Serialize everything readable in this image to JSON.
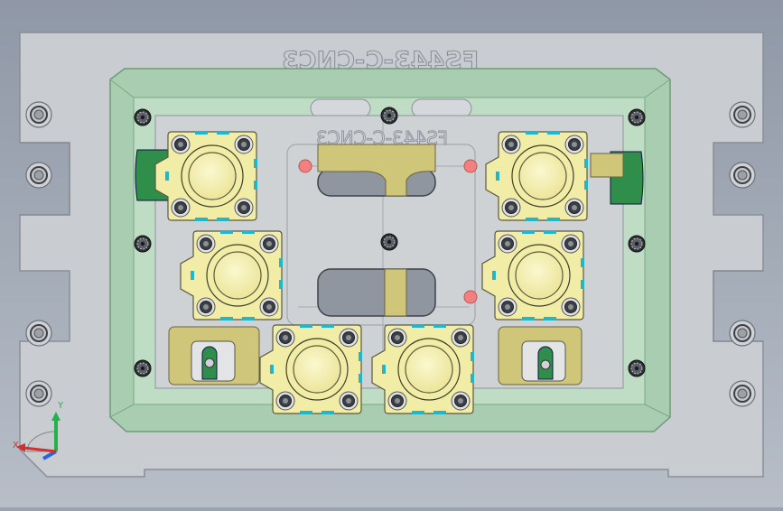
{
  "viewport": {
    "background_top": "#8f98a6",
    "background_bottom": "#b7bec8"
  },
  "part": {
    "engraved_label_large": "FS443-C-CNC3",
    "engraved_label_small": "FS443-C-CNC3",
    "colors": {
      "plate": "#c9ccd1",
      "plate_edge": "#8a8e95",
      "pocket_green": "#a9cdb1",
      "pocket_green_edge": "#6d9b78",
      "inner_green": "#bfdcc5",
      "center_plate": "#cfd2d6",
      "component_yellow": "#f1eca6",
      "component_edge": "#5a5a40",
      "clamp_yellow": "#cfc67a",
      "clamp_green": "#2f8f4a",
      "cyan_marker": "#23b6c8",
      "red_marker": "#f28080",
      "slot_gray": "#9ea3aa"
    }
  },
  "axes": {
    "y_label": "Y",
    "x_label": "X",
    "y_color": "#22b24c",
    "x_color": "#d03030",
    "z_color": "#2a64d8"
  }
}
